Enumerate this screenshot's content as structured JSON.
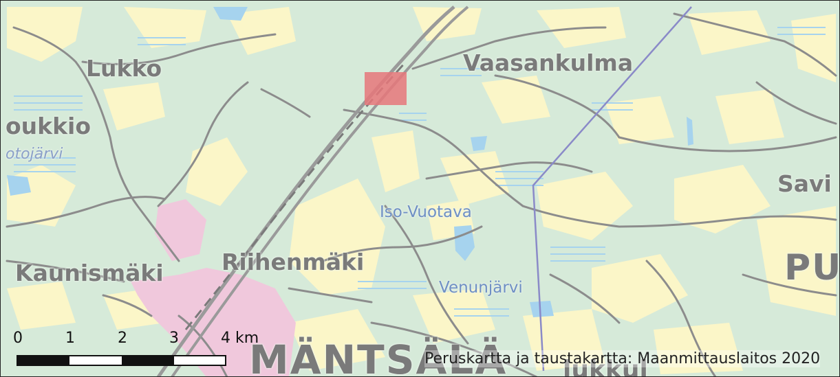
{
  "map": {
    "place_labels": {
      "lukko": "Lukko",
      "vaasankulma": "Vaasankulma",
      "oukkio": "oukkio",
      "savi": "Savi",
      "kaunismaki": "Kaunismäki",
      "riihenmaki": "Riihenmäki",
      "pu": "PU",
      "mantsala": "MÄNTSÄLÄ",
      "bottom_right_fragment": "lukkul"
    },
    "water_labels": {
      "potojarvi": "otojärvi",
      "iso_vuotava": "Iso-Vuotava",
      "venunjarvi": "Venunjärvi"
    },
    "scale_bar": {
      "ticks": [
        "0",
        "1",
        "2",
        "3",
        "4 km"
      ],
      "max_km": 4
    },
    "attribution": "Peruskartta ja taustakartta: Maanmittauslaitos 2020",
    "colors": {
      "forest": "#d6ead9",
      "open_land": "#fbf6c8",
      "urban": "#f0c8dc",
      "water": "#a6d3ee",
      "road": "#8c8c8c",
      "boundary": "#8a8ac8",
      "marker": "#e6777a"
    },
    "marker_icon": "highlight-square"
  }
}
